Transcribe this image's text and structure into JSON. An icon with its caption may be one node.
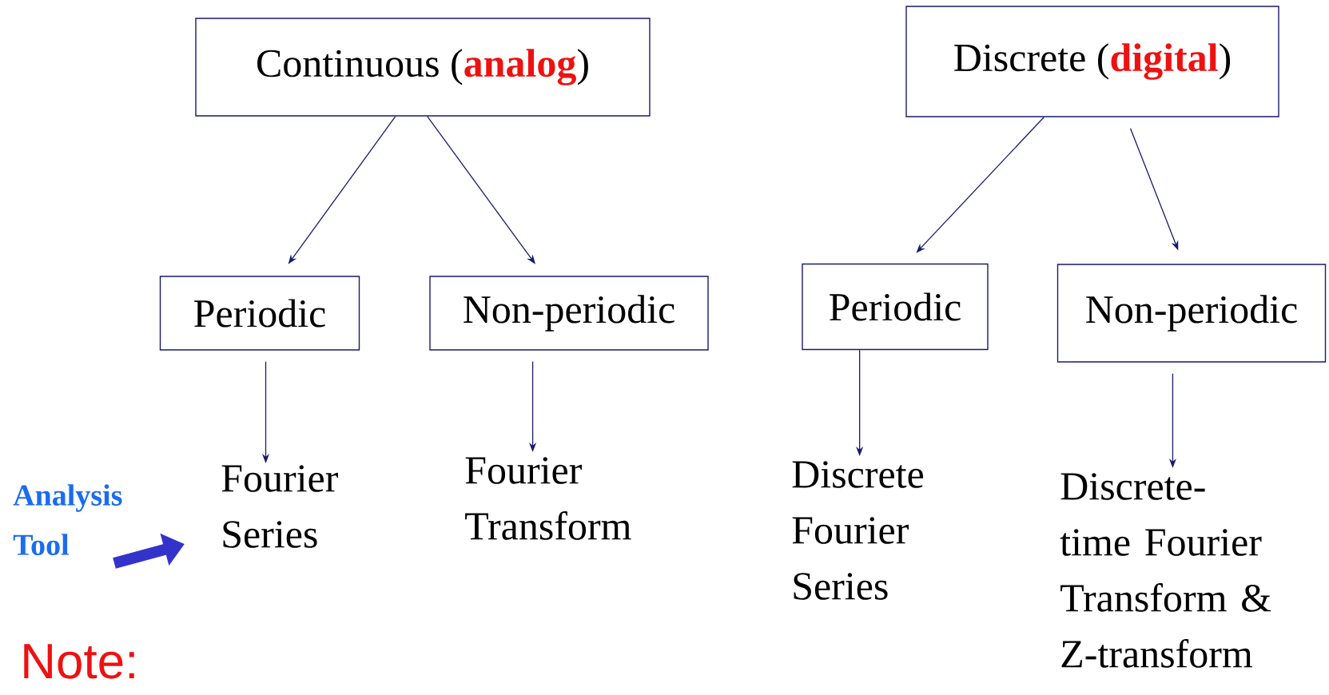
{
  "diagram": {
    "nodes": [
      {
        "text": [
          "Continuous (**analog**)"
        ]
      },
      {
        "text": [
          "Discrete (**digital**)"
        ]
      },
      {
        "text": [
          "Periodic"
        ]
      },
      {
        "text": [
          "Non-periodic"
        ]
      },
      {
        "text": [
          "Periodic"
        ]
      },
      {
        "text": [
          "Non-periodic"
        ]
      },
      {
        "text": [
          "Fourier Series"
        ]
      },
      {
        "text": [
          "Fourier Transform"
        ]
      },
      {
        "text": [
          "Discrete Fourier Series"
        ]
      },
      {
        "text": [
          "Discrete-time Fourier Transform & Z-transform"
        ]
      },
      {
        "text": [
          "Analysis Tool"
        ]
      }
    ],
    "edges": [
      {
        "from": 0,
        "to": 2,
        "arrow": "to"
      },
      {
        "from": 0,
        "to": 3,
        "arrow": "to"
      },
      {
        "from": 1,
        "to": 4,
        "arrow": "to"
      },
      {
        "from": 1,
        "to": 5,
        "arrow": "to"
      },
      {
        "from": 2,
        "to": 6,
        "arrow": "to"
      },
      {
        "from": 3,
        "to": 7,
        "arrow": "to"
      },
      {
        "from": 4,
        "to": 8,
        "arrow": "to"
      },
      {
        "from": 5,
        "to": 9,
        "arrow": "to"
      },
      {
        "from": 10,
        "to": 6,
        "arrow": "to",
        "style": "thick",
        "color": "#3333cc"
      }
    ],
    "labels": [
      "Note:"
    ]
  }
}
